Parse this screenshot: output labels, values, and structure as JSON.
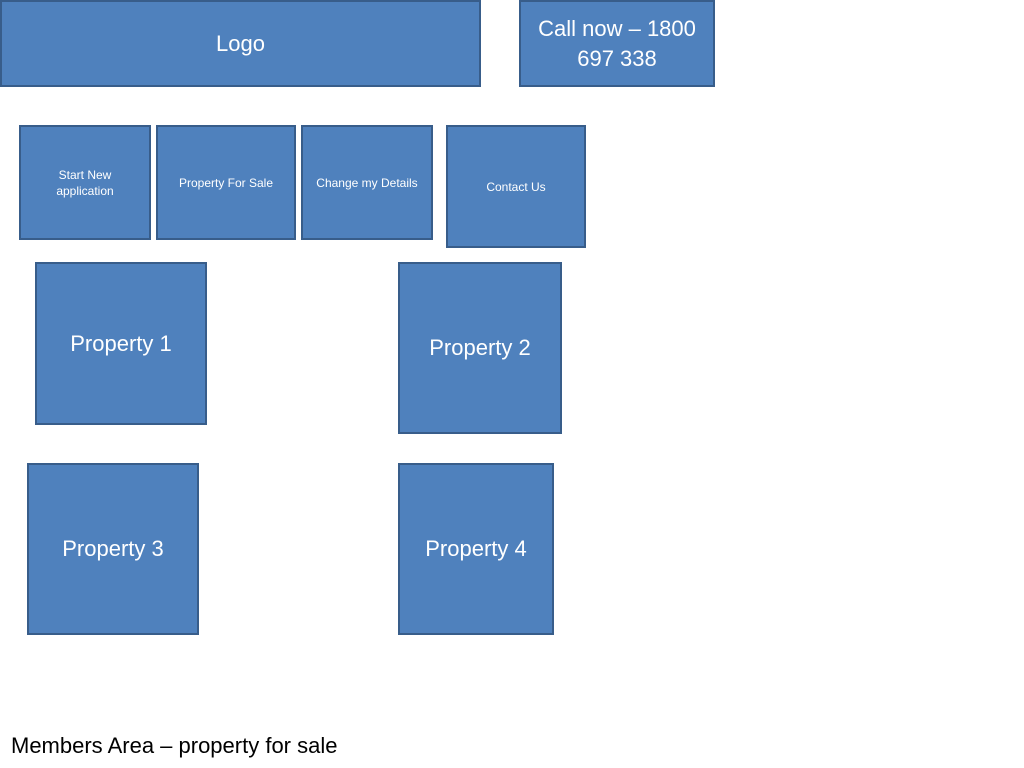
{
  "header": {
    "logo_label": "Logo",
    "call_label": "Call now – 1800 697 338"
  },
  "nav": {
    "items": [
      {
        "label": "Start New application"
      },
      {
        "label": "Property For Sale"
      },
      {
        "label": "Change my Details"
      },
      {
        "label": "Contact Us"
      }
    ]
  },
  "properties": [
    {
      "label": "Property 1"
    },
    {
      "label": "Property 2"
    },
    {
      "label": "Property 3"
    },
    {
      "label": "Property 4"
    }
  ],
  "caption": "Members Area – property for sale",
  "colors": {
    "box_fill": "#4f81bd",
    "box_border": "#385d8a",
    "box_text": "#ffffff",
    "background": "#ffffff"
  }
}
